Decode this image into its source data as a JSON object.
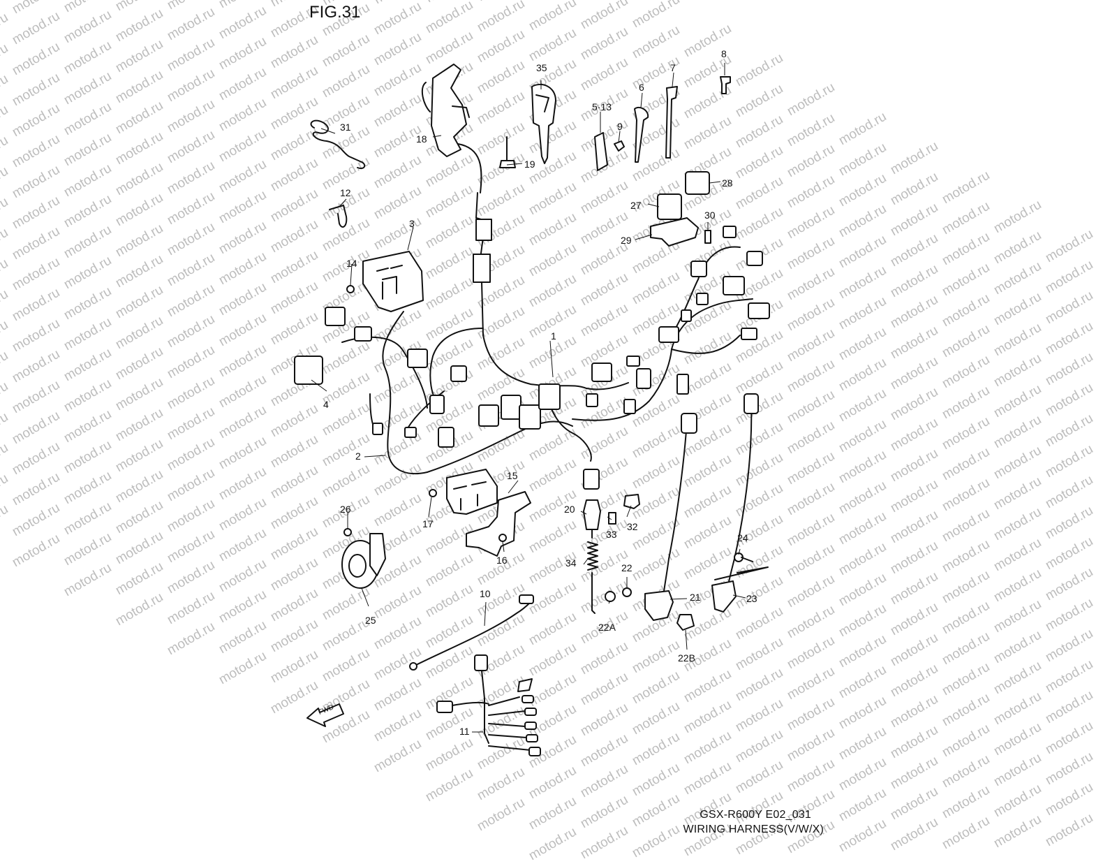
{
  "figure": {
    "title": "FIG.31"
  },
  "caption": {
    "model": "GSX-R600Y E02_031",
    "name": "WIRING HARNESS(V/W/X)"
  },
  "watermark": "motod.ru",
  "fwd_label": "FWD",
  "callouts": [
    "1",
    "2",
    "3",
    "4",
    "5-13",
    "6",
    "7",
    "8",
    "9",
    "10",
    "11",
    "12",
    "14",
    "15",
    "16",
    "17",
    "18",
    "19",
    "20",
    "21",
    "22",
    "22A",
    "22B",
    "23",
    "24",
    "25",
    "26",
    "27",
    "28",
    "29",
    "30",
    "31",
    "32",
    "33",
    "34",
    "35"
  ],
  "callout_labels": {
    "c1": "1",
    "c2": "2",
    "c3": "3",
    "c4": "4",
    "c5_13": "5·13",
    "c6": "6",
    "c7": "7",
    "c8": "8",
    "c9": "9",
    "c10": "10",
    "c11": "11",
    "c12": "12",
    "c14": "14",
    "c15": "15",
    "c16": "16",
    "c17": "17",
    "c18": "18",
    "c19": "19",
    "c20": "20",
    "c21": "21",
    "c22": "22",
    "c22a": "22A",
    "c22b": "22B",
    "c23": "23",
    "c24": "24",
    "c25": "25",
    "c26": "26",
    "c27": "27",
    "c28": "28",
    "c29": "29",
    "c30": "30",
    "c31": "31",
    "c32": "32",
    "c33": "33",
    "c34": "34",
    "c35": "35"
  }
}
